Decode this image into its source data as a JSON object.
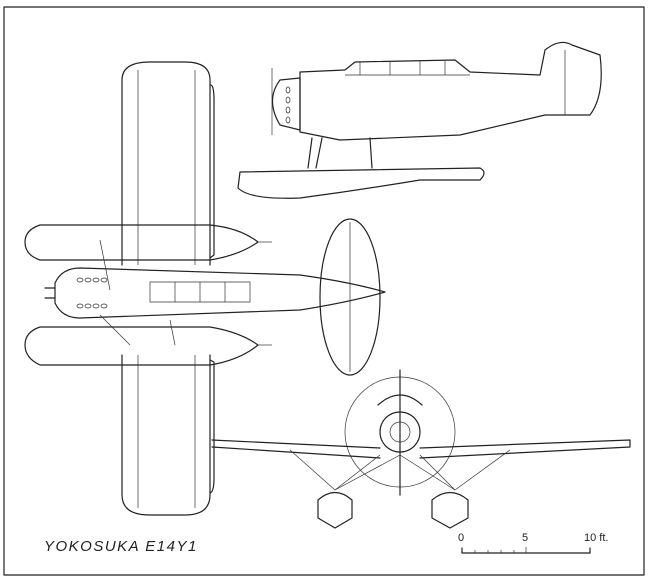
{
  "title": "YOKOSUKA E14Y1",
  "scale": {
    "labels": [
      "0",
      "5",
      "10 ft."
    ],
    "unit": "ft",
    "max": 10
  },
  "views": [
    "top-view",
    "side-view",
    "front-view"
  ]
}
